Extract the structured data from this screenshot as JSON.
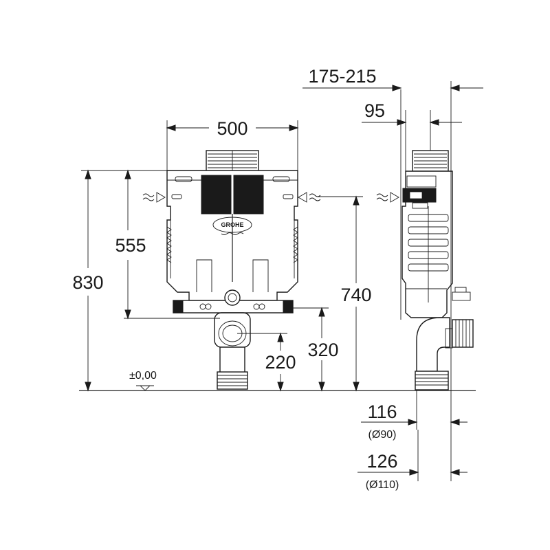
{
  "front_view": {
    "width_label": "500",
    "height_total_label": "830",
    "height_frame_label": "555",
    "height_flush_label": "740",
    "height_drain_label": "320",
    "height_outlet_label": "220",
    "floor_level_label": "±0,00",
    "logo_text": "GROHE"
  },
  "side_view": {
    "depth_range_label": "175-215",
    "depth_frame_label": "95",
    "outlet_90_label": "116",
    "outlet_90_diameter": "(Ø90)",
    "outlet_110_label": "126",
    "outlet_110_diameter": "(Ø110)"
  }
}
